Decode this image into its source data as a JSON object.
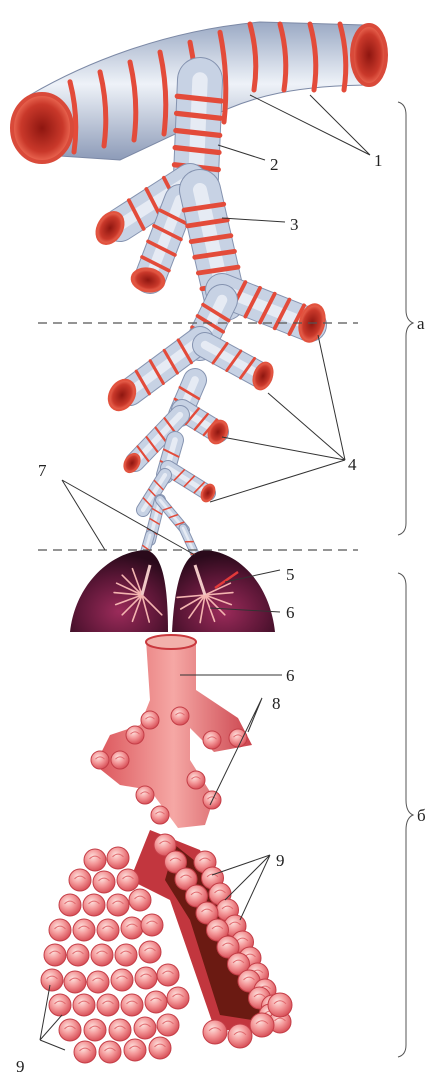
{
  "labels": {
    "l1": "1",
    "l2": "2",
    "l3": "3",
    "l4": "4",
    "l5": "5",
    "l6a": "6",
    "l6b": "6",
    "l7": "7",
    "l8": "8",
    "l9a": "9",
    "l9b": "9"
  },
  "braces": {
    "a": "a",
    "b": "б"
  },
  "colors": {
    "tube": "#c7d2e4",
    "tube_light": "#eef2f8",
    "cartilage": "#e34b3a",
    "lumen": "#b8231a",
    "lung_dark": "#3a0f26",
    "lung_mid": "#7a1e45",
    "alveolus": "#f2898a",
    "alveolus_light": "#fbd0cc"
  }
}
